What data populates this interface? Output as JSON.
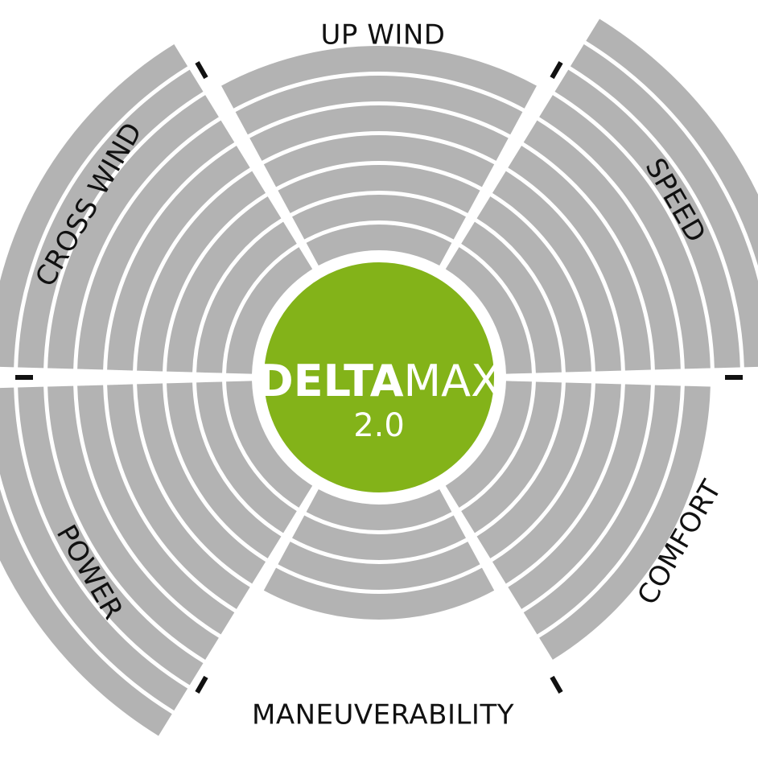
{
  "chart_data": {
    "type": "radial-bar",
    "title_bold": "DELTA",
    "title_light": "MAX",
    "subtitle": "2.0",
    "max_level": 10,
    "categories": [
      "UP WIND",
      "SPEED",
      "COMFORT",
      "MANEUVERABILITY",
      "POWER",
      "CROSS WIND"
    ],
    "values": [
      7,
      10,
      7,
      4,
      10,
      9
    ],
    "colors": {
      "ring": "#b3b3b3",
      "center": "#83b319",
      "tick": "#111111"
    }
  }
}
